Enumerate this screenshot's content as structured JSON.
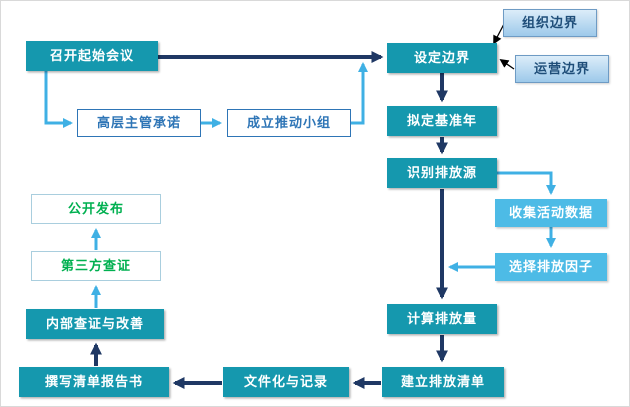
{
  "diagram": {
    "nodes": {
      "kickoff": {
        "label": "召开起始会议"
      },
      "commitment": {
        "label": "高层主管承诺"
      },
      "team": {
        "label": "成立推动小组"
      },
      "set_boundary": {
        "label": "设定边界"
      },
      "org_boundary": {
        "label": "组织边界"
      },
      "op_boundary": {
        "label": "运营边界"
      },
      "base_year": {
        "label": "拟定基准年"
      },
      "identify_sources": {
        "label": "识别排放源"
      },
      "activity_data": {
        "label": "收集活动数据"
      },
      "emission_factor": {
        "label": "选择排放因子"
      },
      "calculate_emissions": {
        "label": "计算排放量"
      },
      "build_inventory": {
        "label": "建立排放清单"
      },
      "documentation": {
        "label": "文件化与记录"
      },
      "write_report": {
        "label": "撰写清单报告书"
      },
      "internal_audit": {
        "label": "内部查证与改善"
      },
      "third_party_audit": {
        "label": "第三方查证"
      },
      "publish": {
        "label": "公开发布"
      }
    },
    "colors": {
      "box_teal": "#1598AE",
      "box_lightblue": "#4DBBE6",
      "box_grad_top": "#DCEDF9",
      "box_grad_bottom": "#9DC9EA",
      "border_grad": "#6E9BC4",
      "border_blue": "#2E75B6",
      "text_blue": "#2E75B6",
      "border_green_box": "#A9CEDE",
      "text_green": "#00B050",
      "arrow_dark": "#1F3864",
      "arrow_light": "#3FB0E4",
      "arrow_black": "#000000"
    }
  }
}
